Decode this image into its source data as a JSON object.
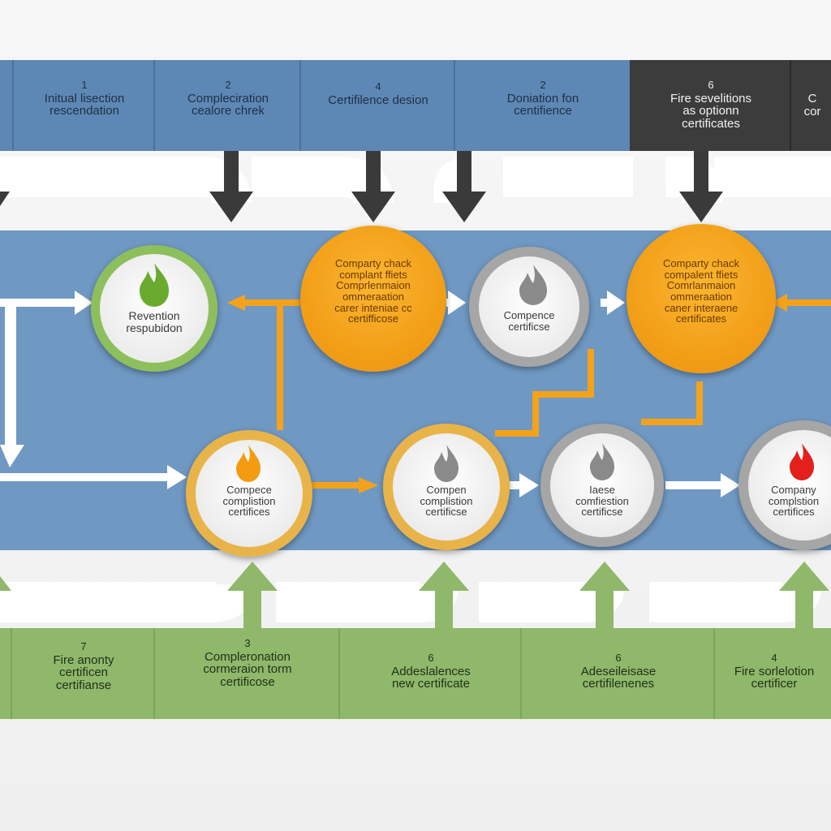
{
  "colors": {
    "top_band": "#5d88b5",
    "top_dark": "#3c3c3c",
    "middle_band": "#6f98c3",
    "bottom_band": "#8fb86a",
    "orange": "#f5a21b",
    "green_ring": "#8dbf5d",
    "gray_ring": "#a6a6a6",
    "gold_ring": "#e8b44a",
    "flame_green": "#6aaa2f",
    "flame_orange": "#f39c12",
    "flame_gray": "#8a8a8a",
    "flame_red": "#e3201b"
  },
  "top_tiles": [
    {
      "num": "1",
      "label": "Initual lisection\nrescendation"
    },
    {
      "num": "2",
      "label": "Compleciration\ncealore chrek"
    },
    {
      "num": "4",
      "label": "Certifilence desion"
    },
    {
      "num": "2",
      "label": "Doniation fon\ncentifience"
    },
    {
      "num": "6",
      "label": "Fire sevelitions\nas optionn\ncertificates"
    },
    {
      "num": "",
      "label": "C\ncor"
    }
  ],
  "bottom_tiles": [
    {
      "num": "7",
      "label": "Fire anonty\ncertificen\ncertifianse"
    },
    {
      "num": "3",
      "label": "Compleronation\ncormeraion torm\ncertificose"
    },
    {
      "num": "6",
      "label": "Addeslalences\nnew certificate"
    },
    {
      "num": "6",
      "label": "Adeseileisase\ncertifilenenes"
    },
    {
      "num": "4",
      "label": "Fire sorlelotion\ncertificer"
    }
  ],
  "nodes": [
    {
      "label": "Revention\nrespubidon",
      "icon": "flame-green-icon"
    },
    {
      "label": "Comparty chack\ncomplant ffiets\nComprlenmaion\nommeraation\ncarer inteniae cc\ncertifficose",
      "icon": ""
    },
    {
      "label": "Compence\ncertificse",
      "icon": "flame-gray-icon"
    },
    {
      "label": "Comparty chack\ncompalent ffiets\nComrlanmaion\nommeraation\ncaner interaene\ncertificates",
      "icon": ""
    },
    {
      "label": "Compece\ncomplistion\ncertifices",
      "icon": "flame-orange-icon"
    },
    {
      "label": "Compen\ncomplistion\ncertificse",
      "icon": "flame-gray-icon"
    },
    {
      "label": "Iaese\ncomfiestion\ncertificse",
      "icon": "flame-gray-icon"
    },
    {
      "label": "Company\ncomplstion\ncertifices",
      "icon": "flame-red-icon"
    }
  ]
}
